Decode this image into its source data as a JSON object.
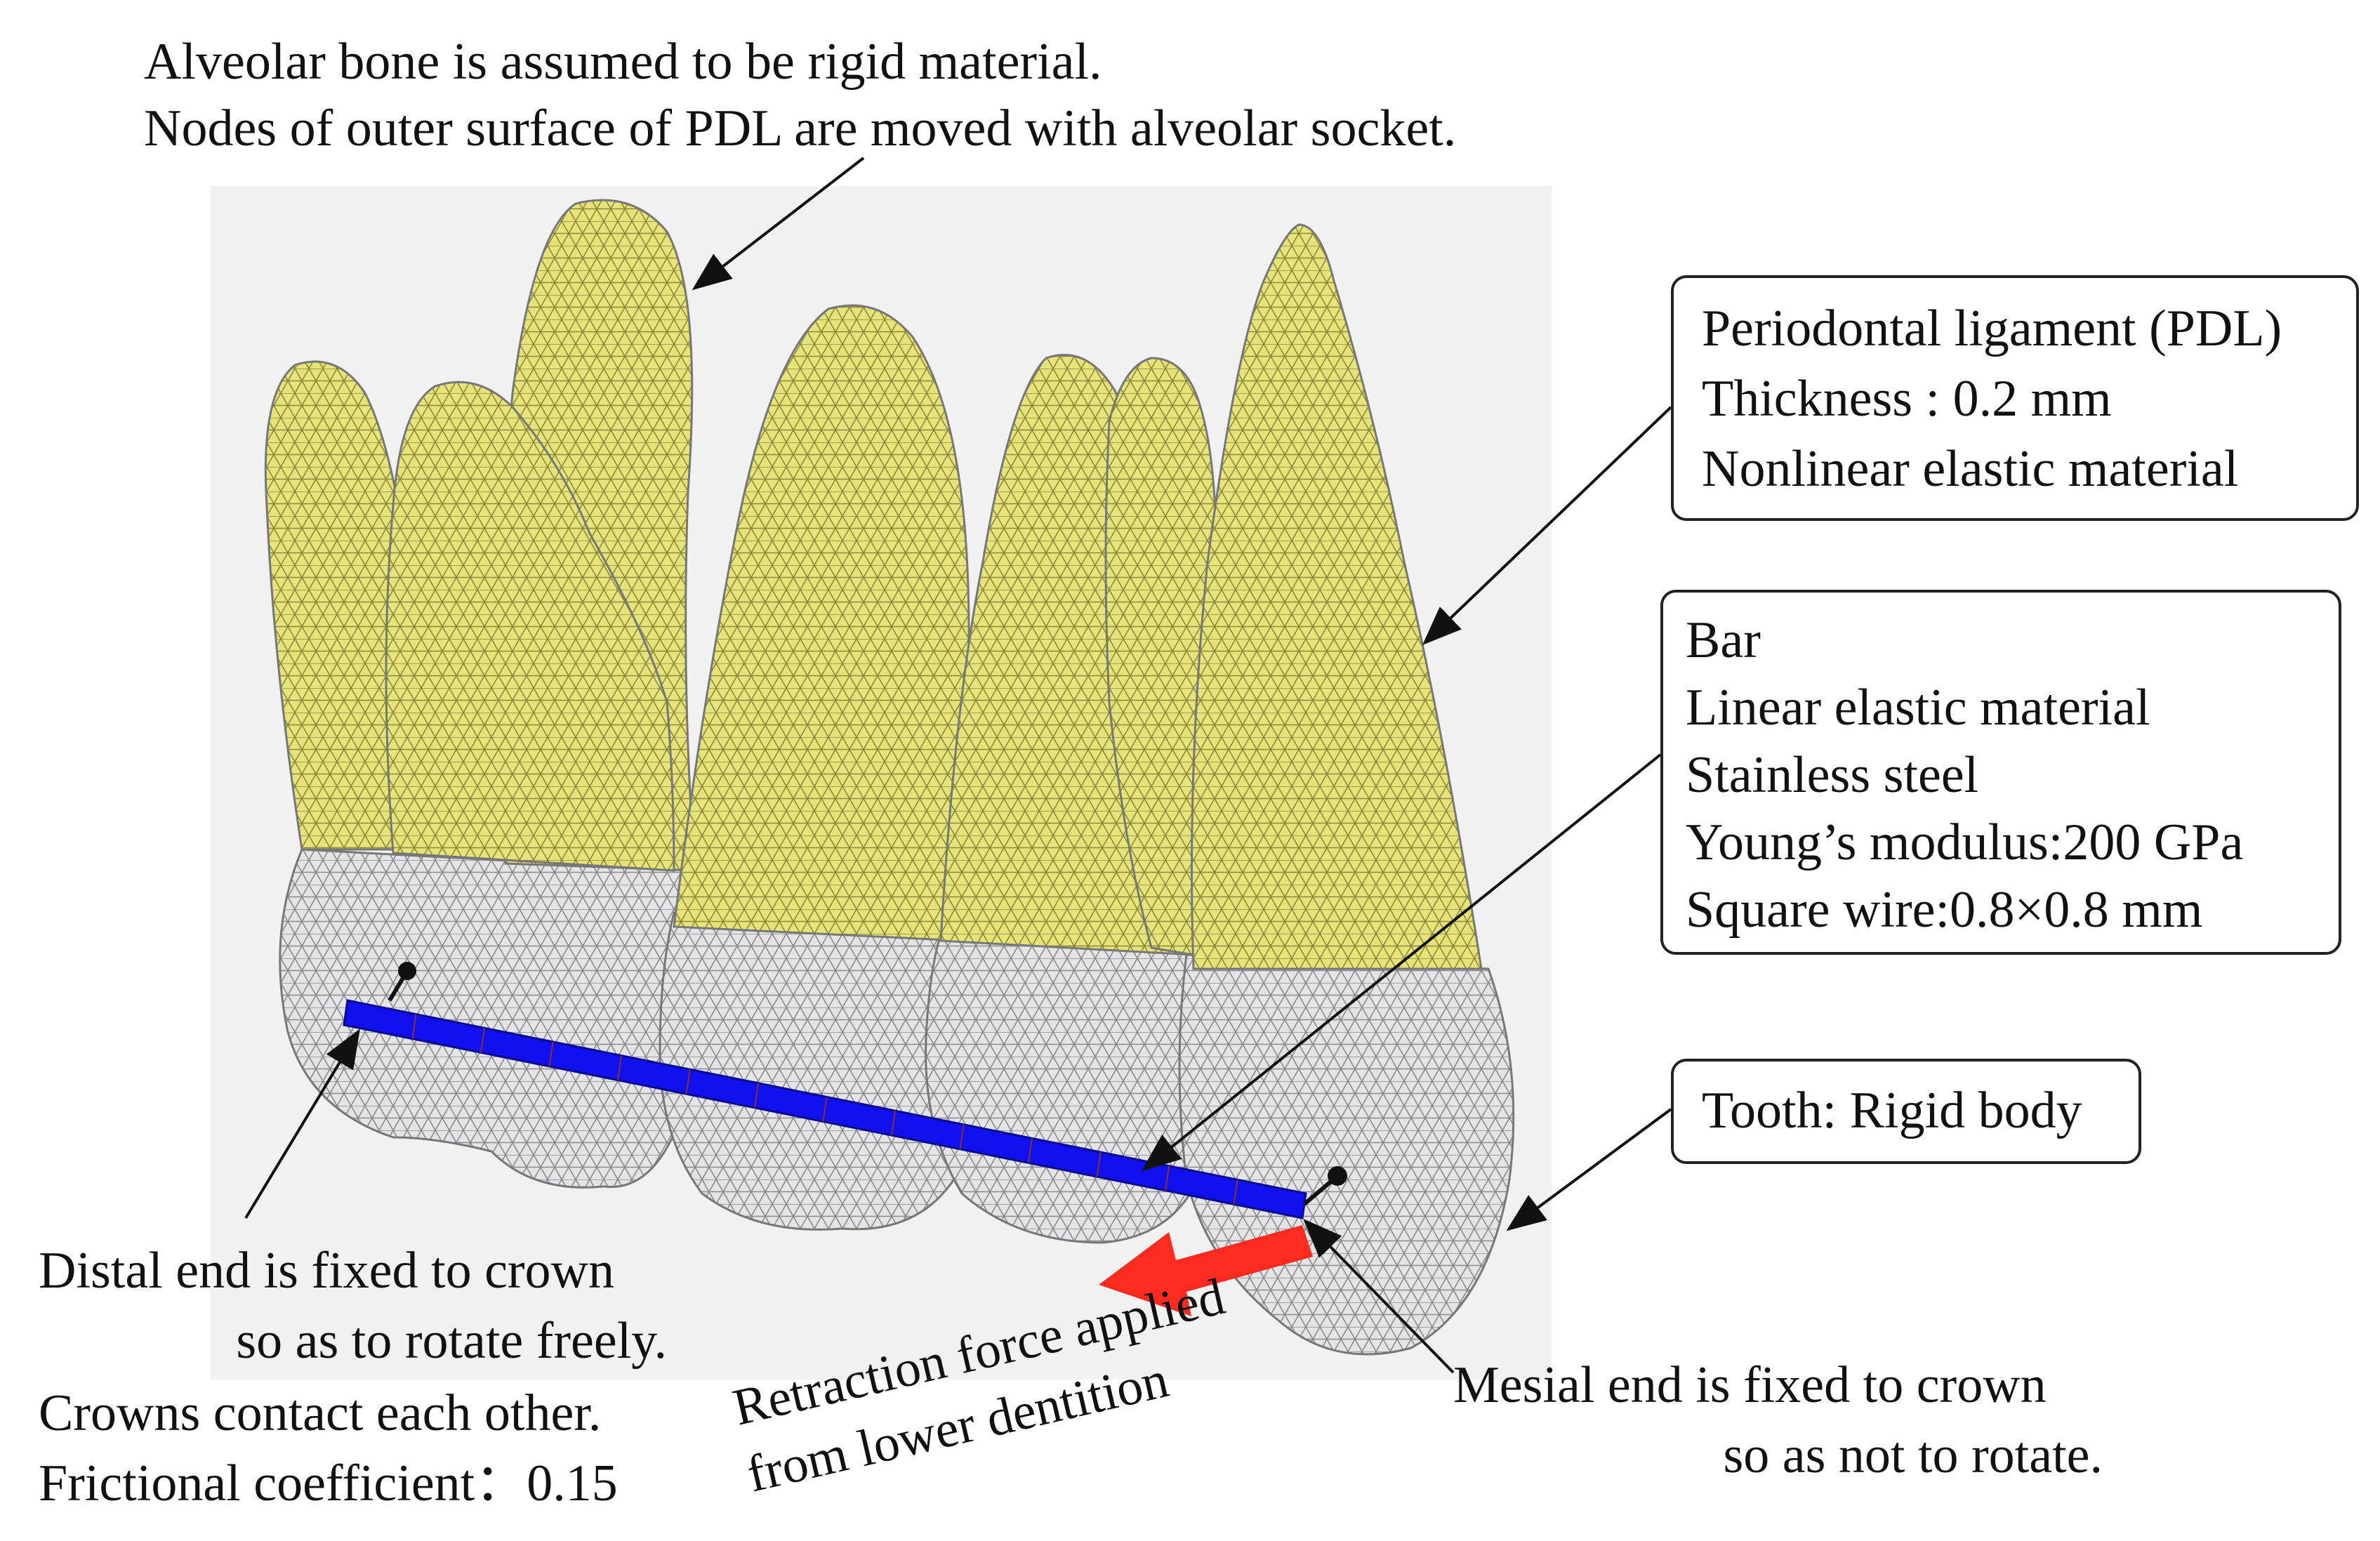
{
  "top_annotation": {
    "line1": "Alveolar bone is assumed to be rigid material.",
    "line2": "Nodes of outer surface of PDL are moved with alveolar socket."
  },
  "pdl_box": {
    "line1": "Periodontal ligament (PDL)",
    "line2": "Thickness : 0.2 mm",
    "line3": "Nonlinear elastic material"
  },
  "bar_box": {
    "line1": "Bar",
    "line2": "Linear elastic material",
    "line3": "Stainless steel",
    "line4": "Young’s modulus:200 GPa",
    "line5": "Square wire:0.8×0.8 mm"
  },
  "tooth_box": {
    "line1": "Tooth: Rigid body"
  },
  "distal_annotation": {
    "line1": "Distal end is fixed to crown",
    "line2": "so as to rotate freely.",
    "line3": "Crowns contact each other.",
    "line4": "Frictional coefficient：0.15"
  },
  "force_annotation": {
    "line1": "Retraction force applied",
    "line2": "from lower dentition"
  },
  "mesial_annotation": {
    "line1": "Mesial end is fixed to crown",
    "line2": "so as not to rotate."
  },
  "colors": {
    "root_pdl": "#e6e37a",
    "root_mesh": "#8c8a3a",
    "crown": "#e4e4e6",
    "crown_mesh": "#8a8a8e",
    "bar": "#1010f0",
    "force_arrow": "#ff2a20",
    "background_panel": "#f1f1f1"
  }
}
